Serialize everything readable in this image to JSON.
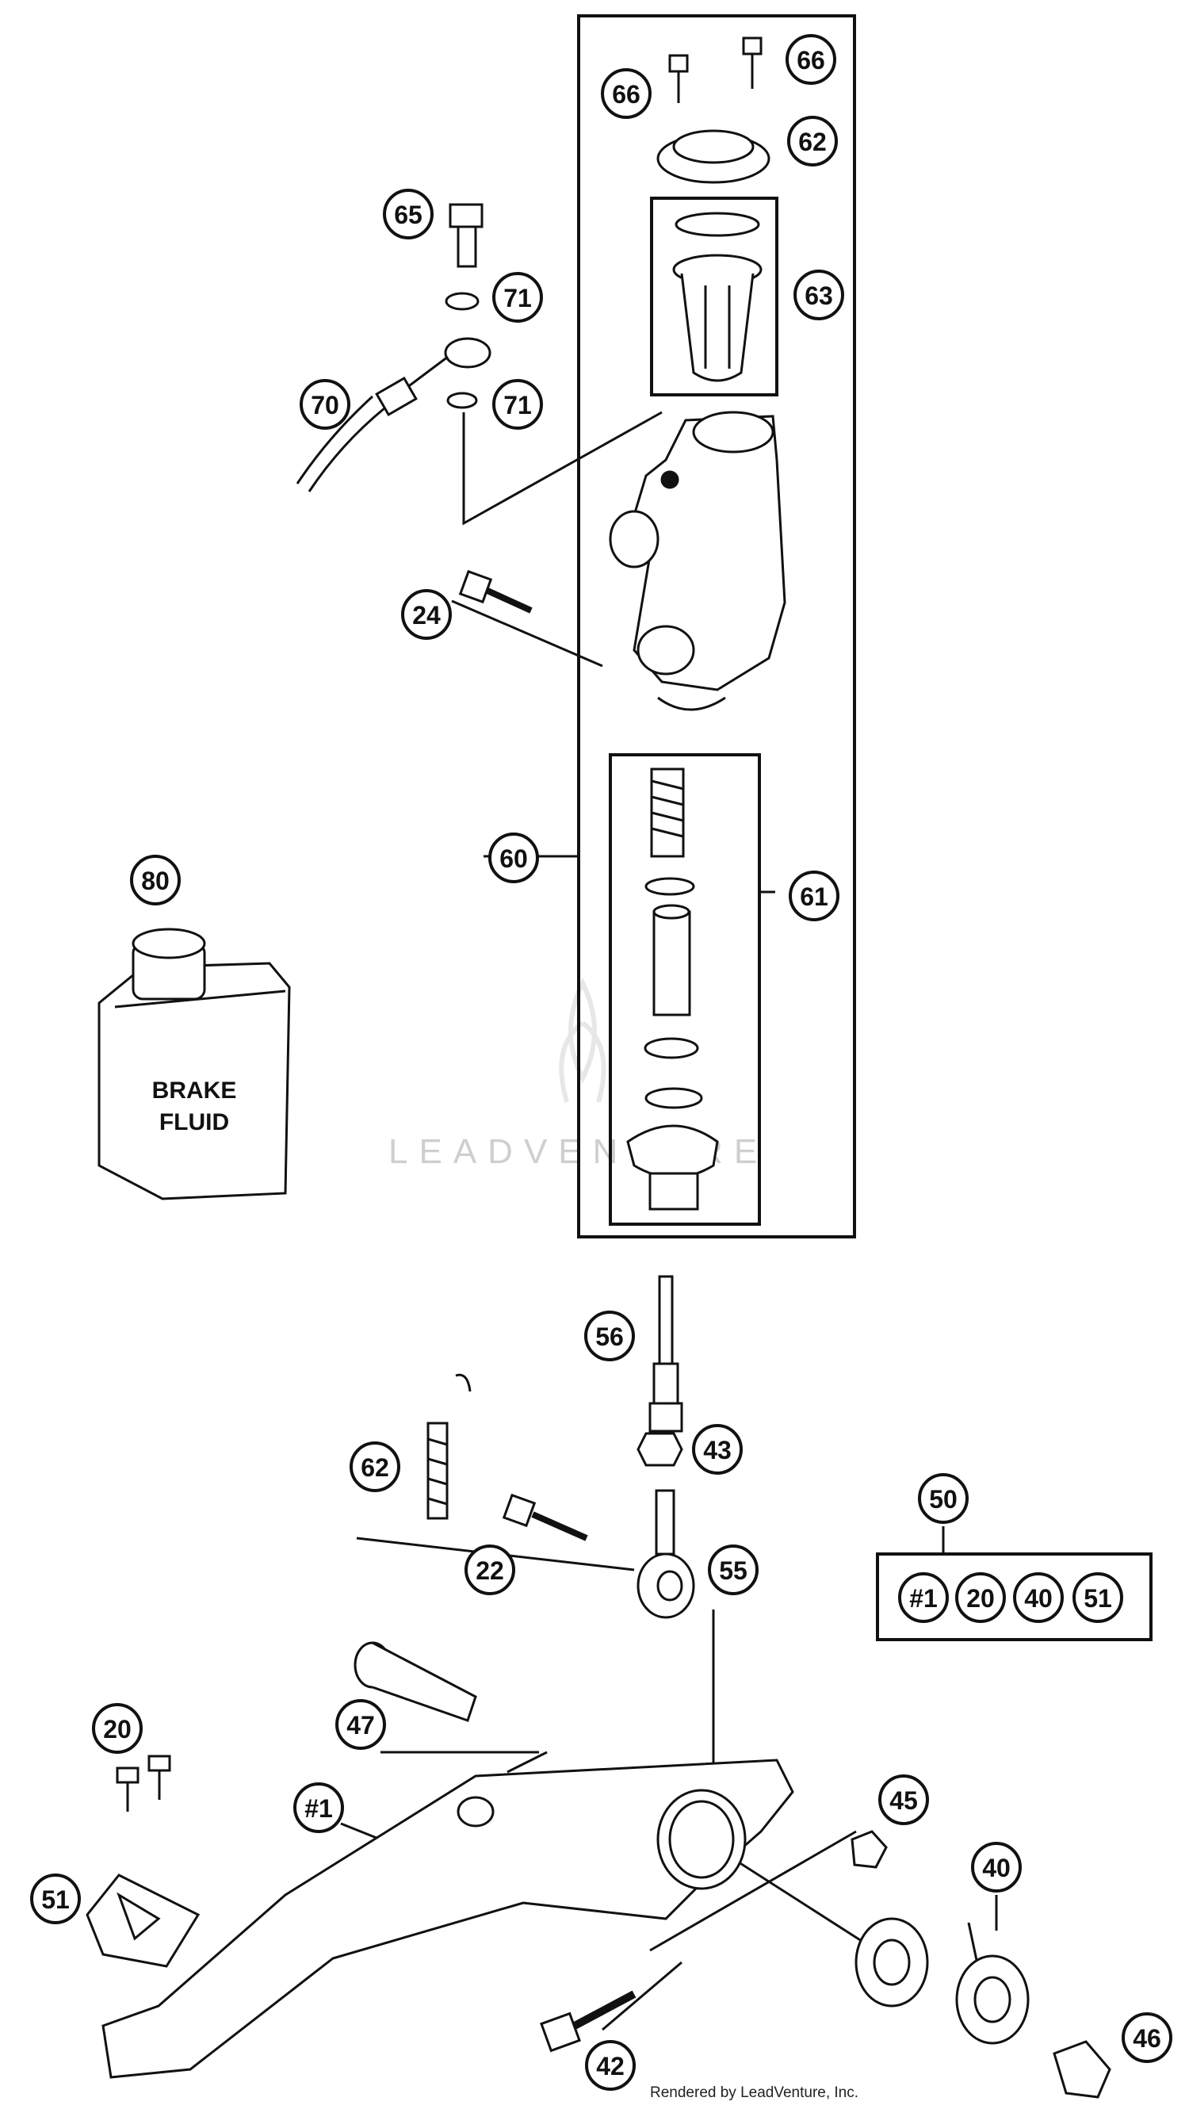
{
  "watermark": "LEADVENTURE",
  "credit": "Rendered by LeadVenture, Inc.",
  "brake_fluid_label": {
    "line1": "BRAKE",
    "line2": "FLUID"
  },
  "callouts": {
    "c66a": "66",
    "c66b": "66",
    "c62_top": "62",
    "c63": "63",
    "c65": "65",
    "c71a": "71",
    "c71b": "71",
    "c70": "70",
    "c24": "24",
    "c60": "60",
    "c61": "61",
    "c80": "80",
    "c56": "56",
    "c43": "43",
    "c62_bottom": "62",
    "c22": "22",
    "c55": "55",
    "c50": "50",
    "c20": "20",
    "c47": "47",
    "c1": "#1",
    "c45": "45",
    "c40": "40",
    "c51": "51",
    "c42": "42",
    "c46": "46"
  },
  "kit_50_contents": [
    "#1",
    "20",
    "40",
    "51"
  ]
}
